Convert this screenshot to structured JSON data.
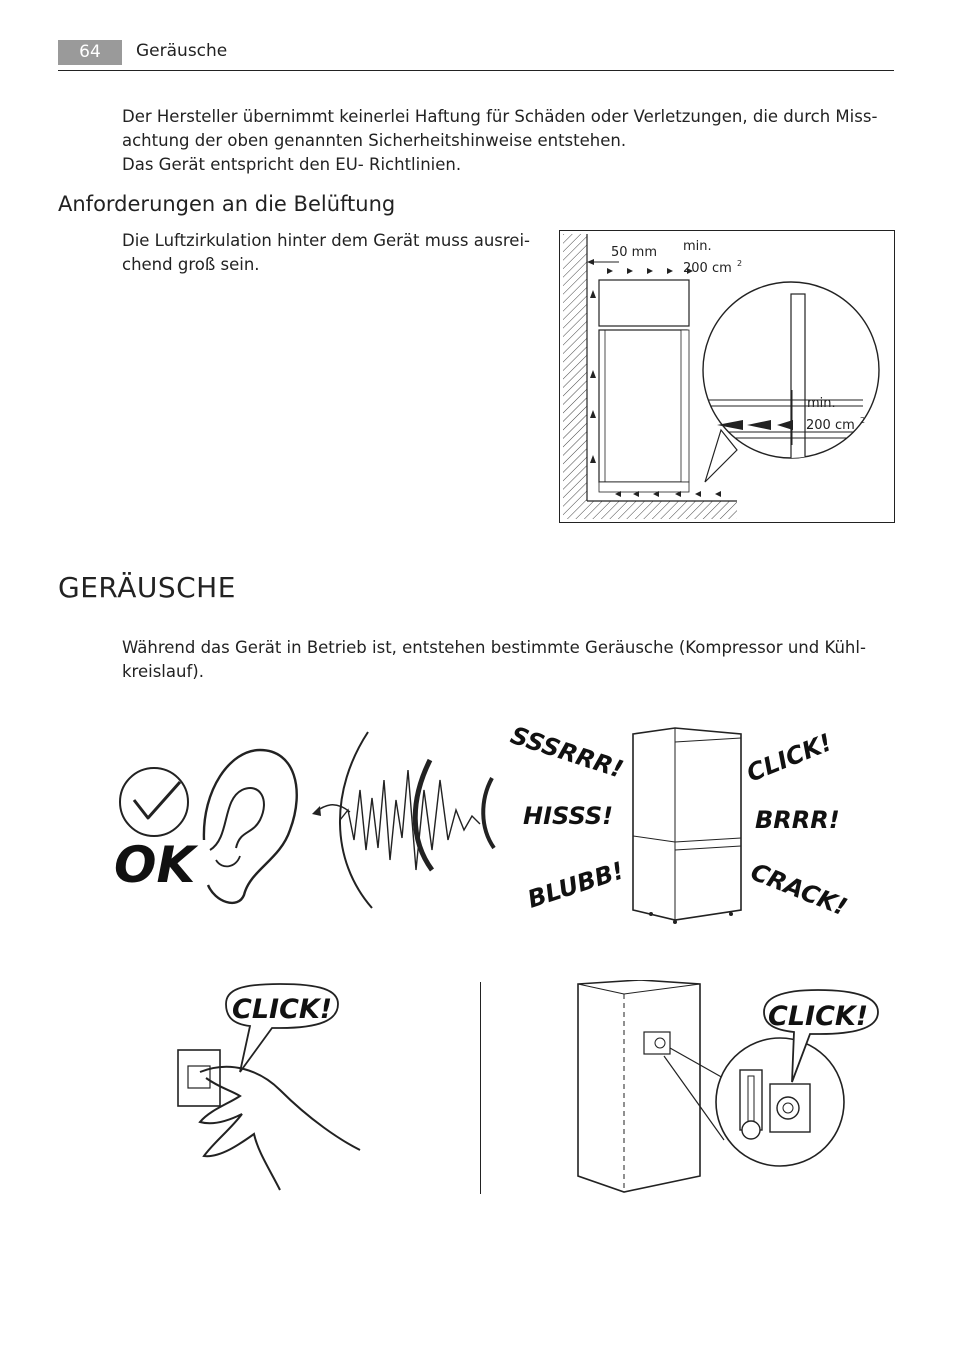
{
  "header": {
    "page_number": "64",
    "running_title": "Geräusche"
  },
  "intro": {
    "line1": "Der Hersteller übernimmt keinerlei Haftung für Schäden oder Verletzungen, die durch Miss-",
    "line2": "achtung der oben genannten Sicherheitshinweise entstehen.",
    "line3": "Das Gerät entspricht den EU- Richtlinien."
  },
  "ventilation": {
    "heading": "Anforderungen an die Belüftung",
    "text_line1": "Die Luftzirkulation hinter dem Gerät muss ausrei-",
    "text_line2": "chend groß sein.",
    "diagram": {
      "gap_label": "50 mm",
      "top_min": "min.",
      "top_area": "200 cm",
      "zoom_min": "min.",
      "zoom_area": "200 cm",
      "superscript": "2"
    }
  },
  "noises": {
    "heading": "GERÄUSCHE",
    "text_line1": "Während das Gerät in Betrieb ist, entstehen bestimmte Geräusche (Kompressor und Kühl-",
    "text_line2": "kreislauf).",
    "ok_label": "OK",
    "sounds": {
      "sssrrr": "SSSRRR!",
      "hisss": "HISSS!",
      "blubb": "BLUBB!",
      "click": "CLICK!",
      "brrr": "BRRR!",
      "crack": "CRACK!"
    },
    "switch_click": "CLICK!",
    "thermostat_click": "CLICK!"
  }
}
